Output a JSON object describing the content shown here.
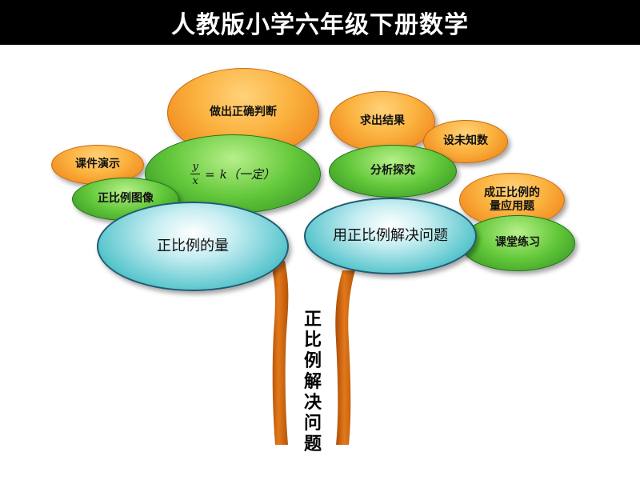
{
  "header": {
    "title": "人教版小学六年级下册数学"
  },
  "center_title_chars": [
    "正",
    "比",
    "例",
    "解",
    "决",
    "问",
    "题"
  ],
  "left_branch": {
    "main": "正比例的量",
    "formula": {
      "numerator": "y",
      "denominator": "x",
      "equals": "=",
      "rhs": "k（一定）"
    },
    "judge": "做出正确判断",
    "courseware": "课件演示",
    "graph": "正比例图像"
  },
  "right_branch": {
    "main": "用正比例解决问题",
    "result": "求出结果",
    "unknown": "设未知数",
    "analysis": "分析探究",
    "application": "成正比例的量应用题",
    "application_lines": [
      "成正比例的",
      "量应用题"
    ],
    "practice": "课堂练习"
  },
  "colors": {
    "orange": "#f7a22c",
    "green": "#4caf2f",
    "teal": "#2aa9b5",
    "trunk": "#d7650f"
  }
}
